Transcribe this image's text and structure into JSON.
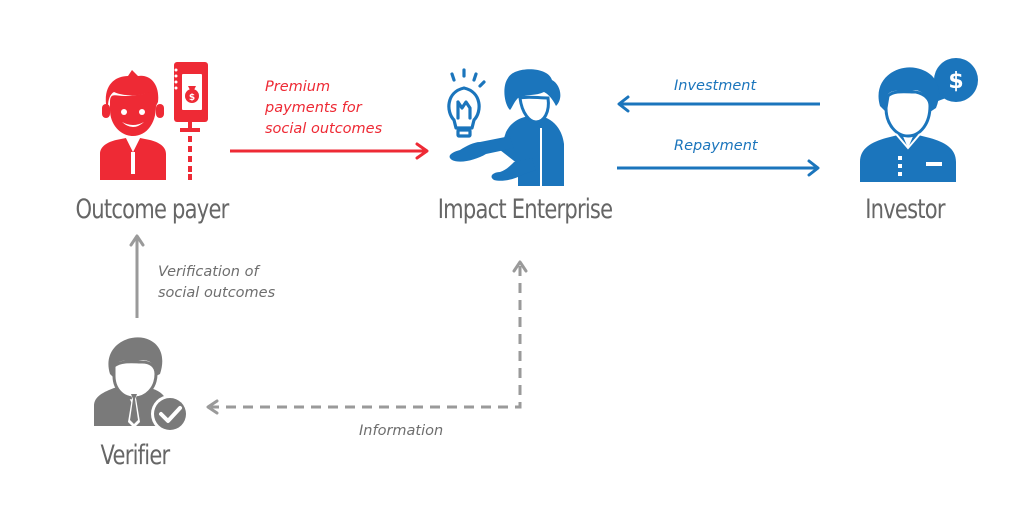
{
  "colors": {
    "payer_red": "#ee2a35",
    "enterprise_blue": "#1b75bc",
    "verifier_gray": "#7a7a7a",
    "label_gray": "#666666",
    "edge_gray": "#6e6e6e"
  },
  "nodes": {
    "outcome_payer": {
      "label": "Outcome payer",
      "icon": "businessman-with-money-bag-document-icon"
    },
    "impact_enterprise": {
      "label": "Impact Enterprise",
      "icon": "person-presenting-lightbulb-icon"
    },
    "investor": {
      "label": "Investor",
      "icon": "person-with-dollar-speech-bubble-icon"
    },
    "verifier": {
      "label": "Verifier",
      "icon": "businessman-with-checkmark-icon"
    }
  },
  "edges": {
    "premium_payments": {
      "label_lines": [
        "Premium",
        "payments for",
        "social outcomes"
      ],
      "from": "Outcome payer",
      "to": "Impact Enterprise",
      "style": "solid"
    },
    "investment": {
      "label": "Investment",
      "from": "Investor",
      "to": "Impact Enterprise",
      "style": "solid"
    },
    "repayment": {
      "label": "Repayment",
      "from": "Impact Enterprise",
      "to": "Investor",
      "style": "solid"
    },
    "verification": {
      "label_lines": [
        "Verification of",
        "social outcomes"
      ],
      "from": "Verifier",
      "to": "Outcome payer",
      "style": "solid"
    },
    "information": {
      "label": "Information",
      "from": "Impact Enterprise",
      "to": "Verifier",
      "style": "dashed"
    }
  }
}
